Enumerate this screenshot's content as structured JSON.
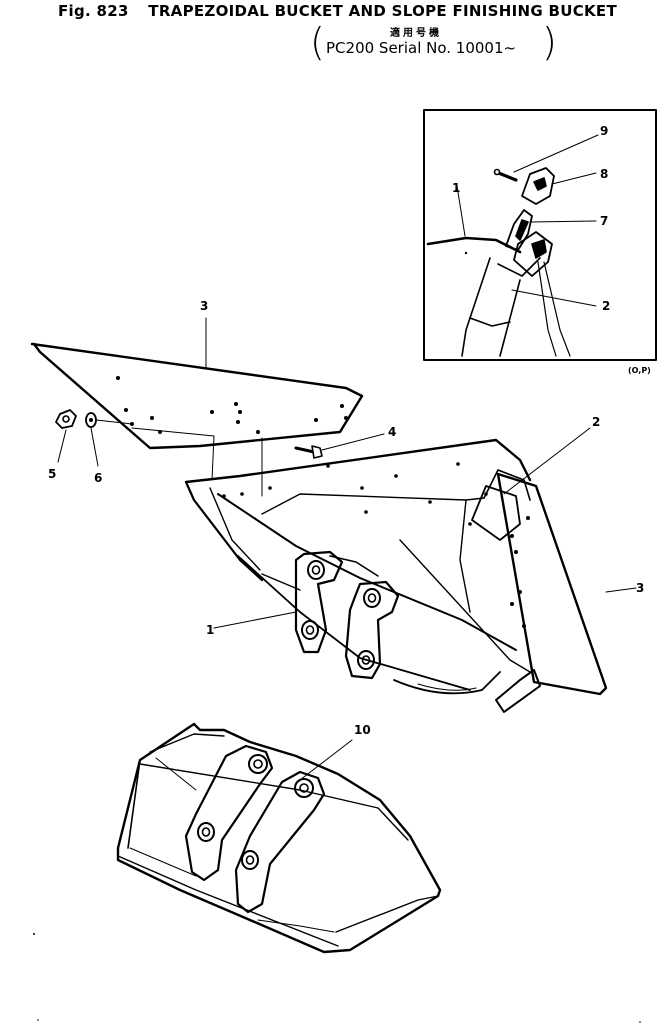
{
  "header": {
    "fig_label": "Fig. 823",
    "title": "TRAPEZOIDAL BUCKET AND SLOPE FINISHING BUCKET",
    "applicability_jp": "適用号機",
    "serial": "PC200 Serial No. 10001~"
  },
  "inset": {
    "corner_mark": "(O,P)",
    "callouts": [
      "9",
      "8",
      "7",
      "1",
      "2"
    ]
  },
  "callouts": {
    "c1": "1",
    "c2": "2",
    "c3_top": "3",
    "c3_right": "3",
    "c4": "4",
    "c5": "5",
    "c6": "6",
    "c10": "10"
  }
}
